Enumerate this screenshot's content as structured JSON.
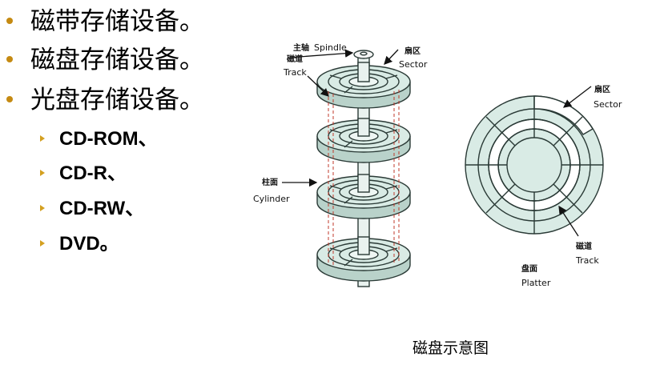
{
  "bullets": {
    "level1": [
      "磁带存储设备。",
      "磁盘存储设备。",
      "光盘存储设备。"
    ],
    "level2": [
      "CD-ROM、",
      "CD-R、",
      "CD-RW、",
      "DVD。"
    ]
  },
  "diagram": {
    "spindle_cn": "主轴",
    "spindle_en": "Spindle",
    "track_cn_left": "磁道",
    "track_en_left": "Track",
    "sector_cn_left": "扇区",
    "sector_en_left": "Sector",
    "cylinder_cn": "柱面",
    "cylinder_en": "Cylinder",
    "sector_cn_right": "扇区",
    "sector_en_right": "Sector",
    "track_cn_right": "磁道",
    "track_en_right": "Track",
    "platter_cn": "盘面",
    "platter_en": "Platter"
  },
  "caption": "磁盘示意图",
  "colors": {
    "bullet": "#c58a12",
    "platter_fill": "#d9ebe5",
    "platter_stroke": "#2a3a36",
    "cylinder_dash": "#c0392b"
  }
}
